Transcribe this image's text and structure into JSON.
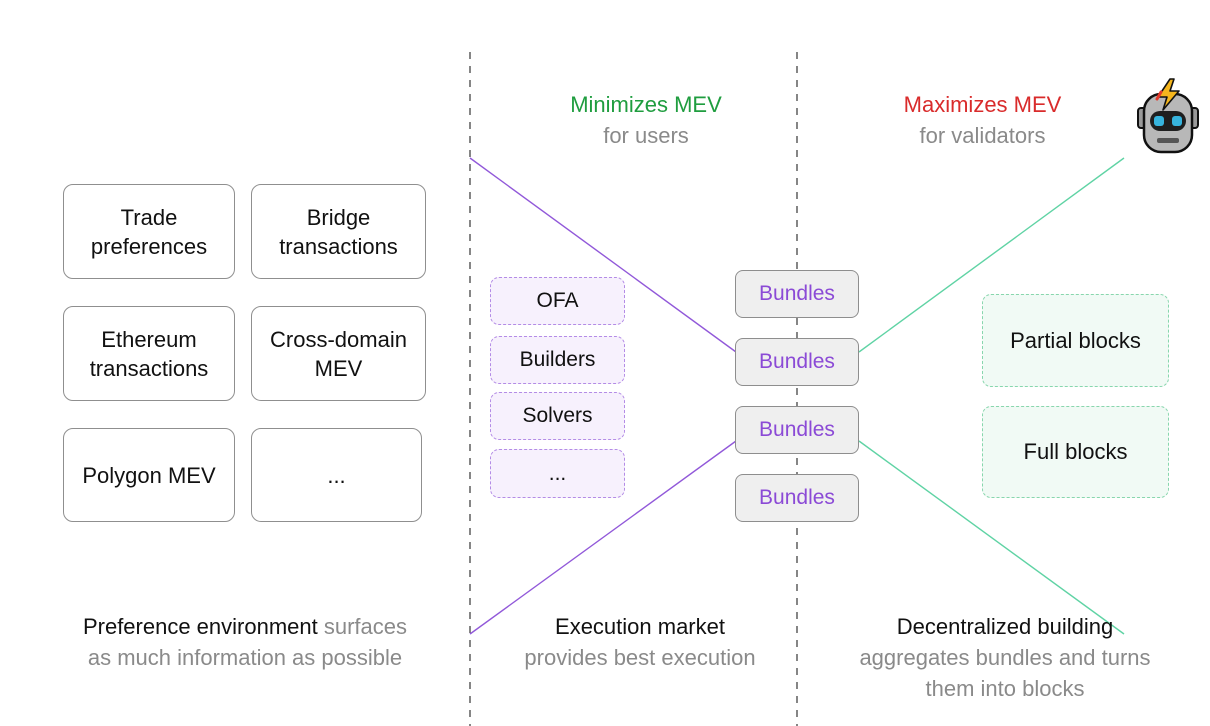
{
  "columns": {
    "preference": {
      "caption_strong": "Preference environment",
      "caption_rest_1": "surfaces",
      "caption_rest_2": "as much information as possible",
      "boxes": [
        "Trade\npreferences",
        "Bridge\ntransactions",
        "Ethereum\ntransactions",
        "Cross-domain\nMEV",
        "Polygon MEV",
        "..."
      ]
    },
    "execution": {
      "header_title": "Minimizes MEV",
      "header_sub": "for users",
      "caption_strong": "Execution market",
      "caption_rest": "provides best execution",
      "items": [
        "OFA",
        "Builders",
        "Solvers",
        "..."
      ],
      "bundles": [
        "Bundles",
        "Bundles",
        "Bundles",
        "Bundles"
      ]
    },
    "building": {
      "header_title": "Maximizes MEV",
      "header_sub": "for validators",
      "caption_strong": "Decentralized building",
      "caption_rest_1": "aggregates bundles and turns",
      "caption_rest_2": "them into blocks",
      "blocks": [
        "Partial blocks",
        "Full blocks"
      ]
    }
  },
  "colors": {
    "minimize": "#1f9d3f",
    "maximize": "#d92b2b",
    "bundle_text": "#8b4ad6",
    "purple_line": "#9158d9",
    "green_line": "#5fd3a4",
    "muted_text": "#8a8a8a"
  },
  "icons": {
    "robot": "robot-icon"
  }
}
